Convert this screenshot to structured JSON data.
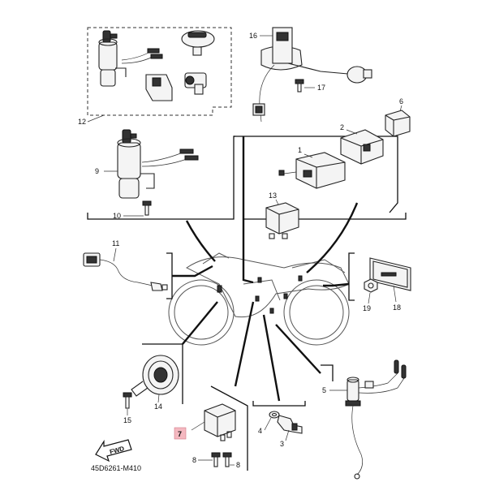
{
  "diagram": {
    "code": "45D6261-M410",
    "fwd_label": "FWD",
    "highlight_color": "#f4b8c0",
    "callouts": {
      "c1": "1",
      "c2": "2",
      "c3": "3",
      "c4": "4",
      "c5": "5",
      "c6": "6",
      "c7": "7",
      "c8a": "8",
      "c8b": "8",
      "c9": "9",
      "c10": "10",
      "c11": "11",
      "c12": "12",
      "c13": "13",
      "c14": "14",
      "c15": "15",
      "c16": "16",
      "c17": "17",
      "c18": "18",
      "c19": "19"
    }
  }
}
